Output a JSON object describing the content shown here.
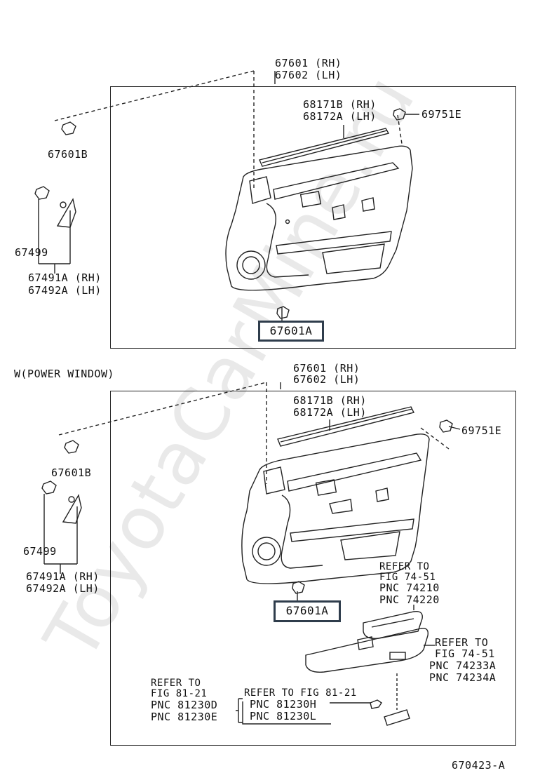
{
  "watermark": "ToyotaCarMine.ru",
  "top": {
    "panel_rh": "67601 (RH)",
    "panel_lh": "67602 (LH)",
    "strip_rh": "68171B (RH)",
    "strip_lh": "68172A (LH)",
    "clip_right": "69751E",
    "clip_left": "67601B",
    "bracket_screw": "67499",
    "cover_rh": "67491A (RH)",
    "cover_lh": "67492A (LH)",
    "highlight": "67601A"
  },
  "section_label": "W(POWER WINDOW)",
  "bottom": {
    "panel_rh": "67601 (RH)",
    "panel_lh": "67602 (LH)",
    "strip_rh": "68171B (RH)",
    "strip_lh": "68172A (LH)",
    "clip_right": "69751E",
    "clip_left": "67601B",
    "bracket_screw": "67499",
    "cover_rh": "67491A (RH)",
    "cover_lh": "67492A (LH)",
    "highlight": "67601A",
    "ref1": [
      "REFER TO",
      "FIG 74-51",
      "PNC 74210",
      "PNC 74220"
    ],
    "ref2": [
      "REFER TO",
      "FIG 74-51",
      "PNC 74233A",
      "PNC 74234A"
    ],
    "ref3": [
      "REFER TO",
      "FIG 81-21",
      "PNC 81230D",
      "PNC 81230E"
    ],
    "ref4": [
      "REFER TO FIG 81-21",
      "PNC 81230H",
      "PNC 81230L"
    ]
  },
  "figure_code": "670423-A"
}
